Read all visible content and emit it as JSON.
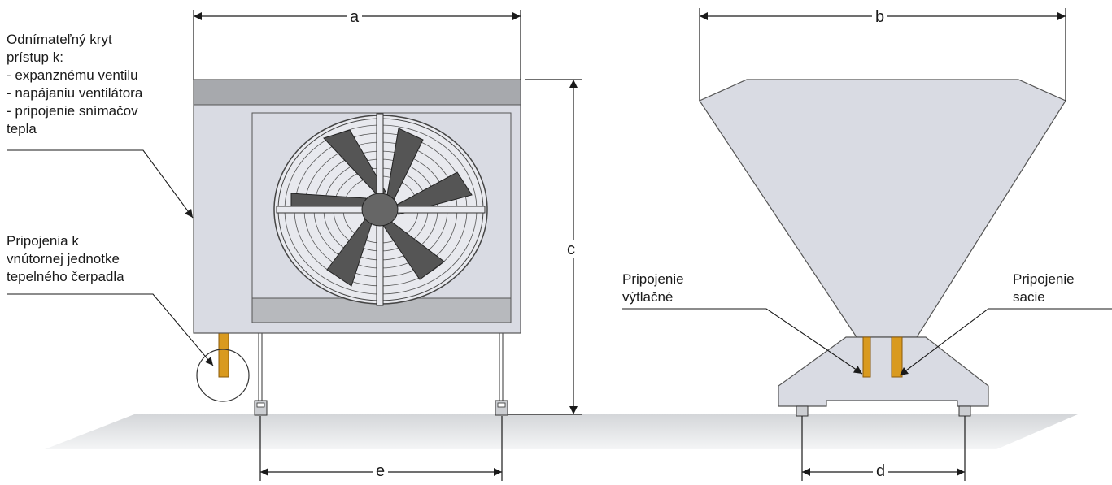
{
  "dimensions": {
    "a": "a",
    "b": "b",
    "c": "c",
    "d": "d",
    "e": "e"
  },
  "labels": {
    "cover": [
      "Odnímateľný kryt",
      "prístup k:",
      "- expanznému ventilu",
      "- napájaniu ventilátora",
      "- pripojenie snímačov",
      "tepla"
    ],
    "connections": [
      "Pripojenia k",
      "vnútornej jednotke",
      "tepelného čerpadla"
    ],
    "discharge": [
      "Pripojenie",
      "výtlačné"
    ],
    "suction": [
      "Pripojenie",
      "sacie"
    ]
  },
  "colors": {
    "unit_body": "#d9dbe3",
    "top_band": "#a7a9ad",
    "pipe": "#d99a1f",
    "fan_blade": "#555555",
    "ground": "#e6e7e9"
  }
}
